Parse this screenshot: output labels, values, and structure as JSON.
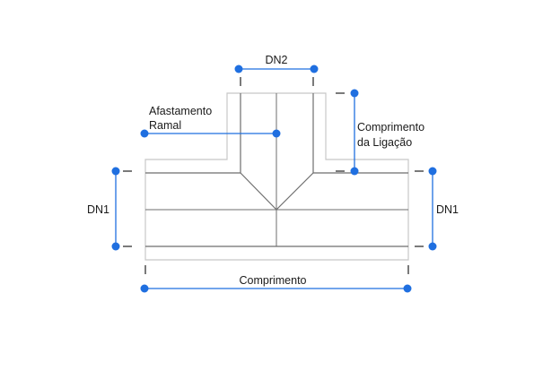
{
  "labels": {
    "dn2": "DN2",
    "afastamento_line1": "Afastamento",
    "afastamento_line2": "Ramal",
    "comprimento_ligacao_line1": "Comprimento",
    "comprimento_ligacao_line2": "da Ligação",
    "dn1_left": "DN1",
    "dn1_right": "DN1",
    "comprimento": "Comprimento"
  },
  "colors": {
    "dimension": "#1f6fe0",
    "outline": "#c8c8c8",
    "body": "#6e6e6e",
    "background": "#ffffff"
  }
}
